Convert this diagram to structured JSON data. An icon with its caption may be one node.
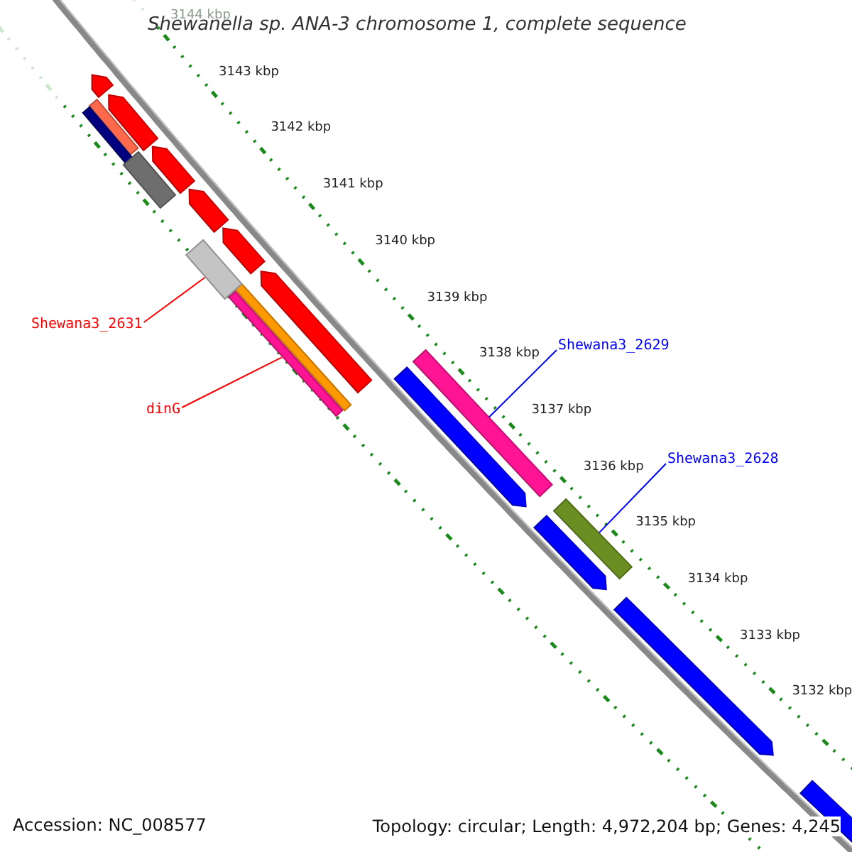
{
  "diagram": {
    "title": "Shewanella sp. ANA-3 chromosome 1, complete sequence",
    "nodes": [
      {
        "text": [
          "Shewana3_2631"
        ]
      },
      {
        "text": [],
        "shape": "bar"
      },
      {
        "text": [
          "Shewana3_2629"
        ]
      },
      {
        "text": [],
        "shape": "bar"
      },
      {
        "text": [
          "dinG"
        ]
      },
      {
        "text": [],
        "shape": "bar"
      },
      {
        "text": [
          "Shewana3_2628"
        ]
      },
      {
        "text": [],
        "shape": "bar"
      }
    ],
    "edges": [
      {
        "from": 0,
        "to": 1,
        "arrow": "none",
        "color": "#ff0000"
      },
      {
        "from": 2,
        "to": 3,
        "arrow": "none",
        "color": "#0000ff"
      },
      {
        "from": 4,
        "to": 5,
        "arrow": "none",
        "color": "#ff0000"
      },
      {
        "from": 6,
        "to": 7,
        "arrow": "none",
        "color": "#0000ff"
      }
    ],
    "labels": [
      "3144 kbp",
      "3143 kbp",
      "3142 kbp",
      "3141 kbp",
      "3140 kbp",
      "3139 kbp",
      "3138 kbp",
      "3137 kbp",
      "3136 kbp",
      "3135 kbp",
      "3134 kbp",
      "3133 kbp",
      "3132 kbp",
      "Accession: NC_008577",
      "Topology: circular; Length: 4,972,204 bp; Genes: 4,245"
    ]
  }
}
